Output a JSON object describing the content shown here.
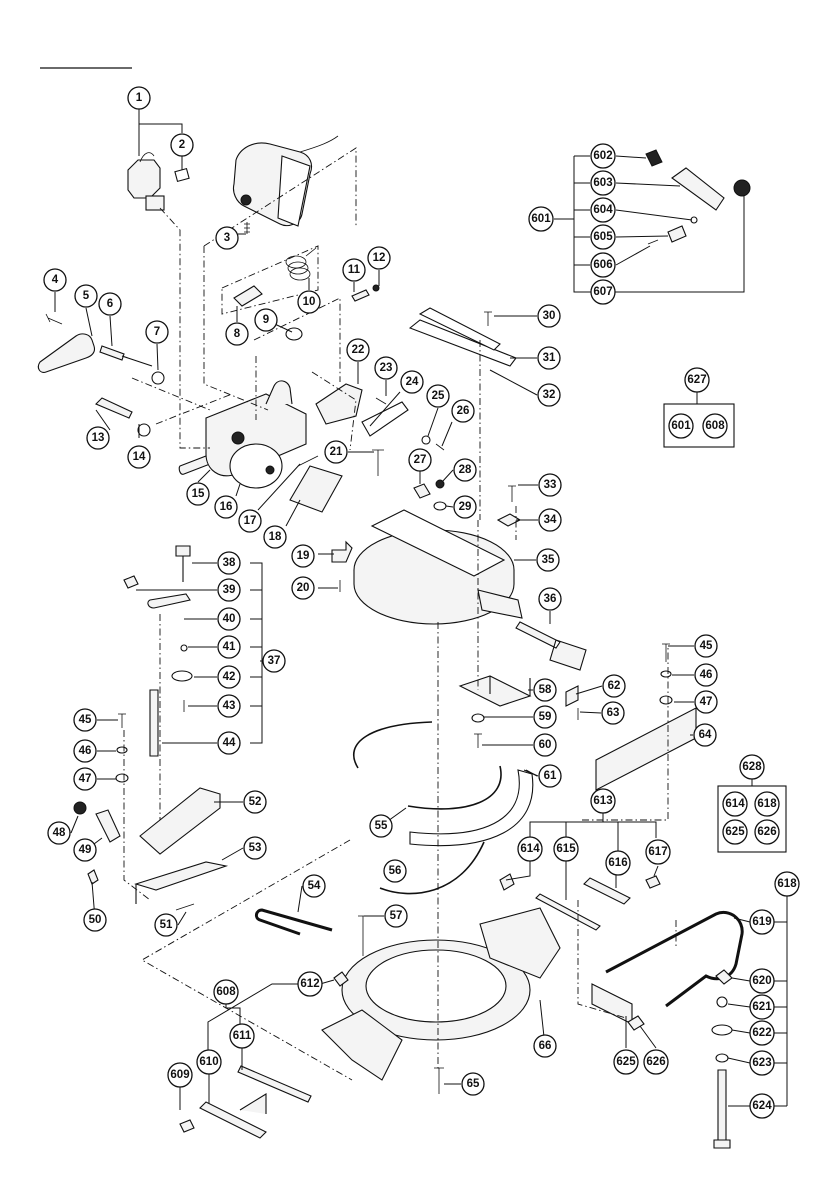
{
  "callouts": {
    "1": "1",
    "2": "2",
    "3": "3",
    "4": "4",
    "5": "5",
    "6": "6",
    "7": "7",
    "8": "8",
    "9": "9",
    "10": "10",
    "11": "11",
    "12": "12",
    "13": "13",
    "14": "14",
    "15": "15",
    "16": "16",
    "17": "17",
    "18": "18",
    "19": "19",
    "20": "20",
    "21": "21",
    "22": "22",
    "23": "23",
    "24": "24",
    "25": "25",
    "26": "26",
    "27": "27",
    "28": "28",
    "29": "29",
    "30": "30",
    "31": "31",
    "32": "32",
    "33": "33",
    "34": "34",
    "35": "35",
    "36": "36",
    "37": "37",
    "38": "38",
    "39": "39",
    "40": "40",
    "41": "41",
    "42": "42",
    "43": "43",
    "44": "44",
    "45": "45",
    "46": "46",
    "47": "47",
    "48": "48",
    "49": "49",
    "50": "50",
    "51": "51",
    "52": "52",
    "53": "53",
    "54": "54",
    "55": "55",
    "56": "56",
    "57": "57",
    "58": "58",
    "59": "59",
    "60": "60",
    "61": "61",
    "62": "62",
    "63": "63",
    "64": "64",
    "65": "65",
    "66": "66",
    "601": "601",
    "602": "602",
    "603": "603",
    "604": "604",
    "605": "605",
    "606": "606",
    "607": "607",
    "608": "608",
    "609": "609",
    "610": "610",
    "611": "611",
    "612": "612",
    "613": "613",
    "614": "614",
    "615": "615",
    "616": "616",
    "617": "617",
    "618": "618",
    "619": "619",
    "620": "620",
    "621": "621",
    "622": "622",
    "623": "623",
    "624": "624",
    "625": "625",
    "626": "626",
    "627": "627",
    "628": "628"
  },
  "kit_627": [
    "601",
    "608"
  ],
  "kit_628": [
    "614",
    "618",
    "625",
    "626"
  ]
}
